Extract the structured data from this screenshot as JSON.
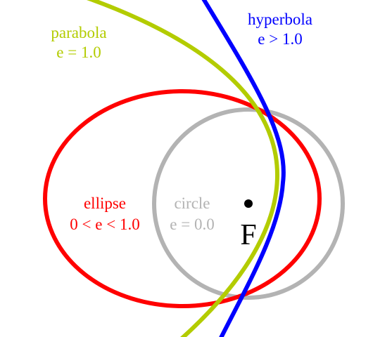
{
  "colors": {
    "background": "#ffffff",
    "circle": "#b3b3b3",
    "ellipse": "#ff0000",
    "parabola": "#b3cc00",
    "hyperbola": "#0000ff",
    "focus": "#000000"
  },
  "labels": {
    "parabola": {
      "name": "parabola",
      "eccentricity": "e = 1.0"
    },
    "hyperbola": {
      "name": "hyperbola",
      "eccentricity": "e > 1.0"
    },
    "ellipse": {
      "name": "ellipse",
      "eccentricity": "0 < e < 1.0"
    },
    "circle": {
      "name": "circle",
      "eccentricity": "e = 0.0"
    },
    "focus": "F"
  }
}
